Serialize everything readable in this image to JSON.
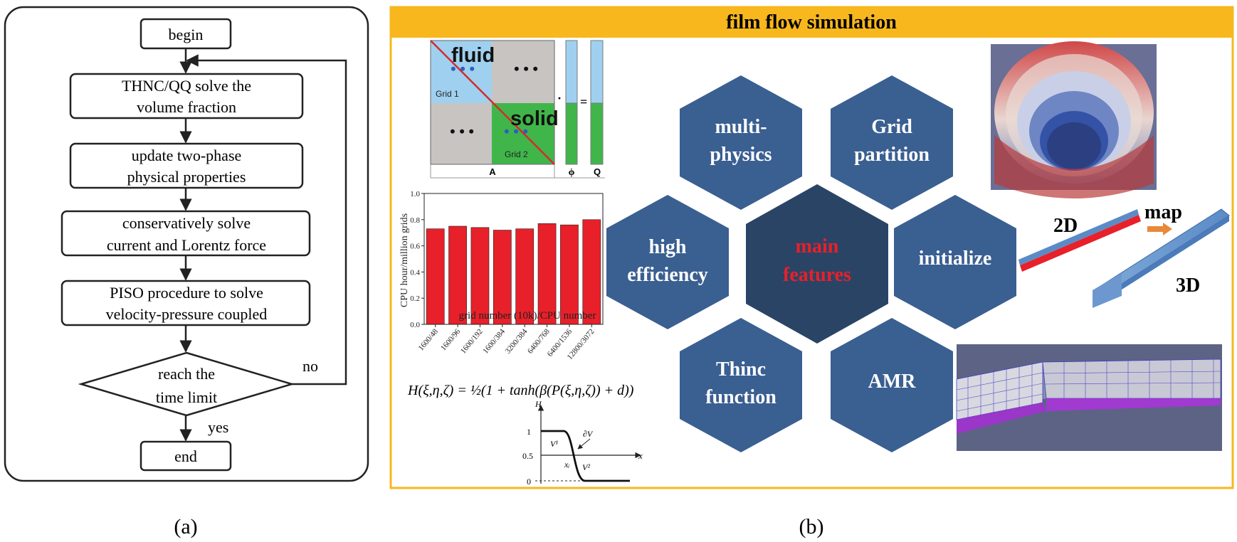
{
  "flowchart": {
    "begin": "begin",
    "step1": [
      "THNC/QQ solve the",
      "volume fraction"
    ],
    "step2": [
      "update two-phase",
      "physical properties"
    ],
    "step3": [
      "conservatively solve",
      "current and Lorentz force"
    ],
    "step4": [
      "PISO procedure to solve",
      "velocity-pressure coupled"
    ],
    "decision": [
      "reach the",
      "time limit"
    ],
    "no_label": "no",
    "yes_label": "yes",
    "end": "end",
    "caption": "(a)"
  },
  "panel_b": {
    "title": "film flow simulation",
    "caption": "(b)",
    "hexagons": {
      "center": [
        "main",
        "features"
      ],
      "top_left": [
        "multi-",
        "physics"
      ],
      "top_right": [
        "Grid",
        "partition"
      ],
      "left": [
        "high",
        "efficiency"
      ],
      "right": [
        "initialize"
      ],
      "bottom_left": [
        "Thinc",
        "function"
      ],
      "bottom_right": [
        "AMR"
      ]
    },
    "matrix": {
      "fluid": "fluid",
      "solid": "solid",
      "grid1": "Grid 1",
      "grid2": "Grid 2",
      "a_label": "A",
      "phi_label": "ϕ",
      "q_label": "Q",
      "dot_op": "·",
      "eq_op": "="
    },
    "map_labels": {
      "2d": "2D",
      "map": "map",
      "3d": "3D"
    },
    "formula": "H(ξ,η,ζ) = ½(1 + tanh(β(P(ξ,η,ζ)) + d))",
    "thinc_plot": {
      "y_axis": "H",
      "x_axis": "x",
      "ticks": [
        "1",
        "0.5",
        "0"
      ],
      "v1": "V¹",
      "v2": "V²",
      "dv": "∂V",
      "xi": "xᵢ"
    }
  },
  "chart_data": {
    "type": "bar",
    "categories": [
      "1600/48",
      "1600/96",
      "1600/192",
      "1600/384",
      "3200/384",
      "6400/768",
      "6400/1536",
      "12800/3072"
    ],
    "values": [
      0.73,
      0.75,
      0.74,
      0.72,
      0.73,
      0.77,
      0.76,
      0.8
    ],
    "xlabel": "grid number (10k)/CPU number",
    "ylabel": "CPU hour/million grids",
    "ylim": [
      0,
      1.0
    ],
    "yticks": [
      "0.0",
      "0.2",
      "0.4",
      "0.6",
      "0.8",
      "1.0"
    ],
    "bar_color": "#e8202a"
  },
  "colors": {
    "hex_blue": "#3a5f91",
    "hex_dark": "#2a4466",
    "accent_red": "#e8202a",
    "title_bar": "#f7b71d",
    "fluid_blue": "#9fd0ef",
    "solid_green": "#40b54a"
  }
}
